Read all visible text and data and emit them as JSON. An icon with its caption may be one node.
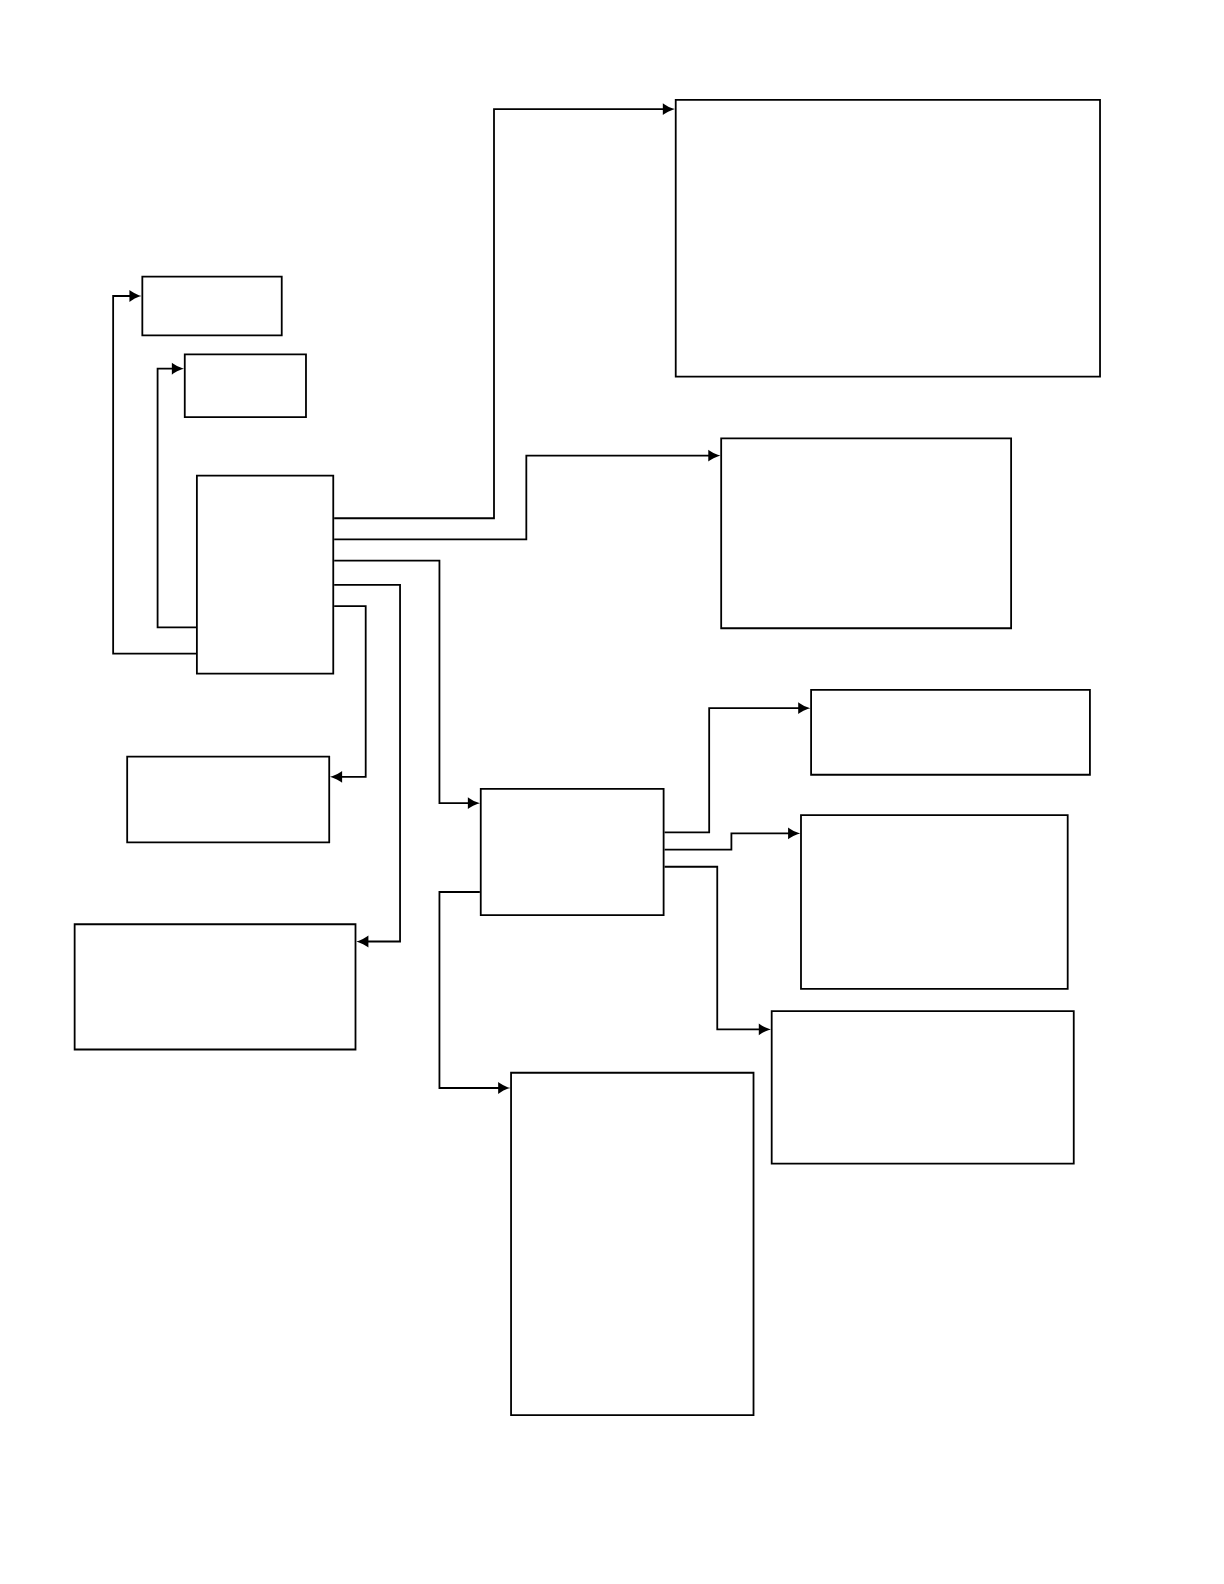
{
  "diagram": {
    "nodes": [
      {
        "text": [],
        "shape": "box"
      },
      {
        "text": [],
        "shape": "box"
      },
      {
        "text": [],
        "shape": "box"
      },
      {
        "text": [],
        "shape": "box"
      },
      {
        "text": [],
        "shape": "box"
      },
      {
        "text": [],
        "shape": "box"
      },
      {
        "text": [],
        "shape": "box"
      },
      {
        "text": [],
        "shape": "box"
      },
      {
        "text": [],
        "shape": "box"
      },
      {
        "text": [],
        "shape": "box"
      },
      {
        "text": [],
        "shape": "box"
      },
      {
        "text": [],
        "shape": "box"
      }
    ],
    "edges": [
      {
        "from": 4,
        "to": 1,
        "arrow": "to"
      },
      {
        "from": 4,
        "to": 2,
        "arrow": "to"
      },
      {
        "from": 4,
        "to": 0,
        "arrow": "to"
      },
      {
        "from": 4,
        "to": 3,
        "arrow": "to"
      },
      {
        "from": 4,
        "to": 7,
        "arrow": "to"
      },
      {
        "from": 4,
        "to": 9,
        "arrow": "to"
      },
      {
        "from": 4,
        "to": 6,
        "arrow": "to"
      },
      {
        "from": 7,
        "to": 5,
        "arrow": "to"
      },
      {
        "from": 7,
        "to": 8,
        "arrow": "to"
      },
      {
        "from": 7,
        "to": 10,
        "arrow": "to"
      },
      {
        "from": 7,
        "to": 11,
        "arrow": "to"
      }
    ]
  }
}
